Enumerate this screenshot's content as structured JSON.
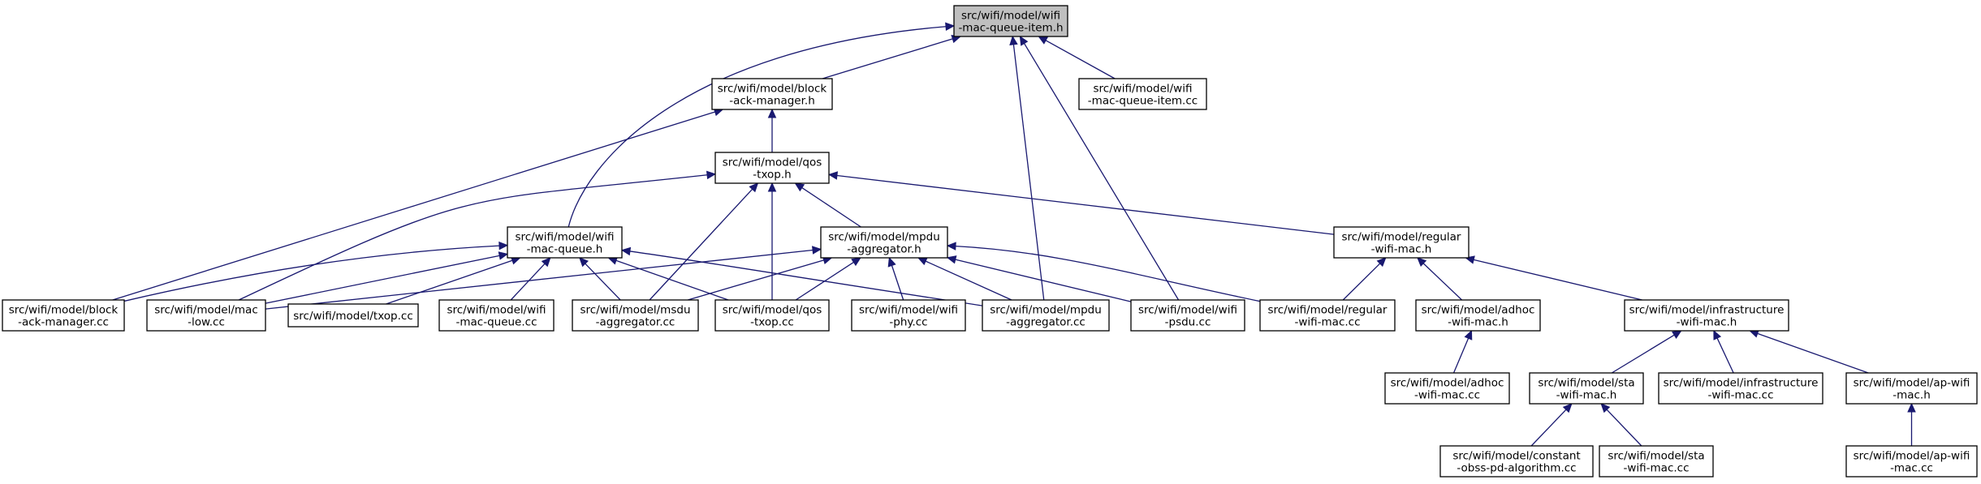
{
  "diagram": {
    "nodes": [
      {
        "id": "n_root",
        "lines": [
          "src/wifi/model/wifi",
          "-mac-queue-item.h"
        ],
        "highlight": true
      },
      {
        "id": "n_bam_h",
        "lines": [
          "src/wifi/model/block",
          "-ack-manager.h"
        ]
      },
      {
        "id": "n_wmqi_cc",
        "lines": [
          "src/wifi/model/wifi",
          "-mac-queue-item.cc"
        ]
      },
      {
        "id": "n_qos_h",
        "lines": [
          "src/wifi/model/qos",
          "-txop.h"
        ]
      },
      {
        "id": "n_wmq_h",
        "lines": [
          "src/wifi/model/wifi",
          "-mac-queue.h"
        ]
      },
      {
        "id": "n_mpdu_h",
        "lines": [
          "src/wifi/model/mpdu",
          "-aggregator.h"
        ]
      },
      {
        "id": "n_reg_h",
        "lines": [
          "src/wifi/model/regular",
          "-wifi-mac.h"
        ]
      },
      {
        "id": "n_bam_cc",
        "lines": [
          "src/wifi/model/block",
          "-ack-manager.cc"
        ]
      },
      {
        "id": "n_maclow_cc",
        "lines": [
          "src/wifi/model/mac",
          "-low.cc"
        ]
      },
      {
        "id": "n_txop_cc",
        "lines": [
          "src/wifi/model/txop.cc"
        ]
      },
      {
        "id": "n_wmq_cc",
        "lines": [
          "src/wifi/model/wifi",
          "-mac-queue.cc"
        ]
      },
      {
        "id": "n_msdu_cc",
        "lines": [
          "src/wifi/model/msdu",
          "-aggregator.cc"
        ]
      },
      {
        "id": "n_qos_cc",
        "lines": [
          "src/wifi/model/qos",
          "-txop.cc"
        ]
      },
      {
        "id": "n_phy_cc",
        "lines": [
          "src/wifi/model/wifi",
          "-phy.cc"
        ]
      },
      {
        "id": "n_mpdu_cc",
        "lines": [
          "src/wifi/model/mpdu",
          "-aggregator.cc"
        ]
      },
      {
        "id": "n_psdu_cc",
        "lines": [
          "src/wifi/model/wifi",
          "-psdu.cc"
        ]
      },
      {
        "id": "n_reg_cc",
        "lines": [
          "src/wifi/model/regular",
          "-wifi-mac.cc"
        ]
      },
      {
        "id": "n_adhoc_h",
        "lines": [
          "src/wifi/model/adhoc",
          "-wifi-mac.h"
        ]
      },
      {
        "id": "n_infra_h",
        "lines": [
          "src/wifi/model/infrastructure",
          "-wifi-mac.h"
        ]
      },
      {
        "id": "n_adhoc_cc",
        "lines": [
          "src/wifi/model/adhoc",
          "-wifi-mac.cc"
        ]
      },
      {
        "id": "n_sta_h",
        "lines": [
          "src/wifi/model/sta",
          "-wifi-mac.h"
        ]
      },
      {
        "id": "n_infra_cc",
        "lines": [
          "src/wifi/model/infrastructure",
          "-wifi-mac.cc"
        ]
      },
      {
        "id": "n_ap_h",
        "lines": [
          "src/wifi/model/ap-wifi",
          "-mac.h"
        ]
      },
      {
        "id": "n_obss_cc",
        "lines": [
          "src/wifi/model/constant",
          "-obss-pd-algorithm.cc"
        ]
      },
      {
        "id": "n_sta_cc",
        "lines": [
          "src/wifi/model/sta",
          "-wifi-mac.cc"
        ]
      },
      {
        "id": "n_ap_cc",
        "lines": [
          "src/wifi/model/ap-wifi",
          "-mac.cc"
        ]
      }
    ],
    "edges": [
      [
        "n_bam_h",
        "n_root"
      ],
      [
        "n_wmqi_cc",
        "n_root"
      ],
      [
        "n_wmq_h",
        "n_root"
      ],
      [
        "n_mpdu_cc",
        "n_root"
      ],
      [
        "n_psdu_cc",
        "n_root"
      ],
      [
        "n_qos_h",
        "n_bam_h"
      ],
      [
        "n_bam_cc",
        "n_bam_h"
      ],
      [
        "n_maclow_cc",
        "n_qos_h"
      ],
      [
        "n_msdu_cc",
        "n_qos_h"
      ],
      [
        "n_qos_cc",
        "n_qos_h"
      ],
      [
        "n_mpdu_h",
        "n_qos_h"
      ],
      [
        "n_reg_h",
        "n_qos_h"
      ],
      [
        "n_bam_cc",
        "n_wmq_h"
      ],
      [
        "n_maclow_cc",
        "n_wmq_h"
      ],
      [
        "n_txop_cc",
        "n_wmq_h"
      ],
      [
        "n_wmq_cc",
        "n_wmq_h"
      ],
      [
        "n_msdu_cc",
        "n_wmq_h"
      ],
      [
        "n_qos_cc",
        "n_wmq_h"
      ],
      [
        "n_mpdu_cc",
        "n_wmq_h"
      ],
      [
        "n_maclow_cc",
        "n_mpdu_h"
      ],
      [
        "n_msdu_cc",
        "n_mpdu_h"
      ],
      [
        "n_qos_cc",
        "n_mpdu_h"
      ],
      [
        "n_phy_cc",
        "n_mpdu_h"
      ],
      [
        "n_mpdu_cc",
        "n_mpdu_h"
      ],
      [
        "n_psdu_cc",
        "n_mpdu_h"
      ],
      [
        "n_reg_cc",
        "n_mpdu_h"
      ],
      [
        "n_reg_cc",
        "n_reg_h"
      ],
      [
        "n_adhoc_h",
        "n_reg_h"
      ],
      [
        "n_infra_h",
        "n_reg_h"
      ],
      [
        "n_adhoc_cc",
        "n_adhoc_h"
      ],
      [
        "n_sta_h",
        "n_infra_h"
      ],
      [
        "n_infra_cc",
        "n_infra_h"
      ],
      [
        "n_ap_h",
        "n_infra_h"
      ],
      [
        "n_obss_cc",
        "n_sta_h"
      ],
      [
        "n_sta_cc",
        "n_sta_h"
      ],
      [
        "n_ap_cc",
        "n_ap_h"
      ]
    ]
  }
}
